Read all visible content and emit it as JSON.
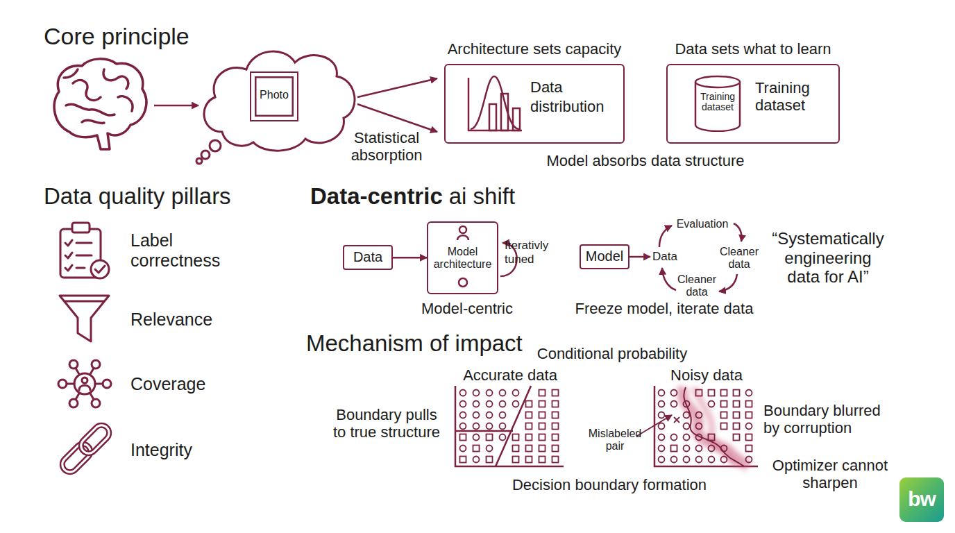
{
  "diagram": {
    "nodes": [
      {
        "text": [
          "Photo"
        ]
      },
      {
        "text": [
          "Architecture sets capacity",
          "Data distribution"
        ]
      },
      {
        "text": [
          "Data sets what to learn",
          "Training dataset"
        ]
      },
      {
        "text": [
          "Training dataset"
        ],
        "in": 2
      },
      {
        "text": [
          "Data"
        ]
      },
      {
        "text": [
          "Model architecture"
        ]
      },
      {
        "text": [
          "Model"
        ]
      }
    ],
    "edges": [
      {
        "from": 4,
        "to": 5,
        "arrow": "to"
      }
    ],
    "labels": [
      "Core principle",
      "Statistical absorption",
      "Model absorbs data structure",
      "Data quality pillars",
      "Label correctness",
      "Relevance",
      "Coverage",
      "Integrity",
      "Data-centric",
      "ai shift",
      "Iterativly tuned",
      "Model-centric",
      "Evaluation",
      "Data",
      "Cleaner data",
      "Cleaner data",
      "Freeze model, iterate data",
      "“Systematically engineering data for AI”",
      "Mechanism of impact",
      "Conditional probability",
      "Accurate data",
      "Noisy data",
      "Boundary pulls to true structure",
      "Mislabeled pair",
      "Boundary blurred by corruption",
      "Optimizer cannot sharpen",
      "Decision boundary formation",
      "bw"
    ]
  }
}
